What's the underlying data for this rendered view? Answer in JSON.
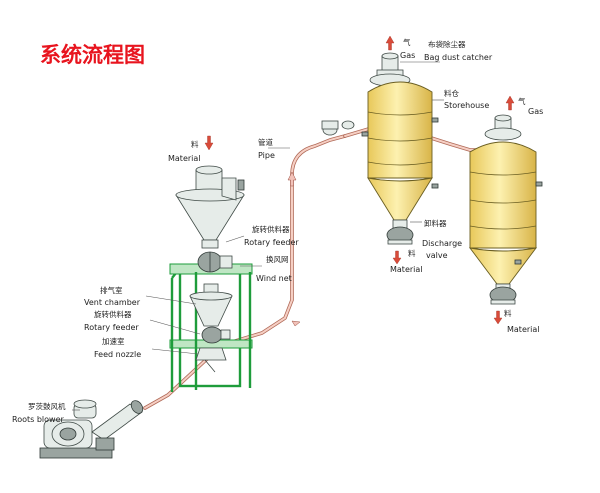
{
  "title": "系统流程图",
  "labels": {
    "bag_cn": "布袋除尘器",
    "bag_gas_cn": "气",
    "bag_gas_en": "Gas",
    "bag_en": "Bag dust catcher",
    "store_cn": "料仓",
    "store_en": "Storehouse",
    "gas2_cn": "气",
    "gas2_en": "Gas",
    "material_in_cn": "料",
    "material_in_en": "Material",
    "pipe_cn": "管道",
    "pipe_en": "Pipe",
    "rotary_cn": "旋转供料器",
    "rotary_en": "Rotary feeder",
    "wind_cn": "换风网",
    "wind_en": "Wind net",
    "discharge_cn": "卸料器",
    "discharge_en": "Discharge valve",
    "material_mid_cn": "料",
    "material_mid_en": "Material",
    "material_right_cn": "料",
    "material_right_en": "Material",
    "vent_cn": "排气室",
    "vent_en": "Vent chamber",
    "rotary2_cn": "旋转供料器",
    "rotary2_en": "Rotary feeder",
    "nozzle_cn": "加速室",
    "nozzle_en": "Feed nozzle",
    "roots_cn": "罗茨鼓风机",
    "roots_en": "Roots blower"
  },
  "colors": {
    "title": "#e8141e",
    "frame": "#1e9c3b",
    "silo_fill": "#f4e089",
    "pipe": "#f6cfc4",
    "arrow": "#d94b3a"
  }
}
